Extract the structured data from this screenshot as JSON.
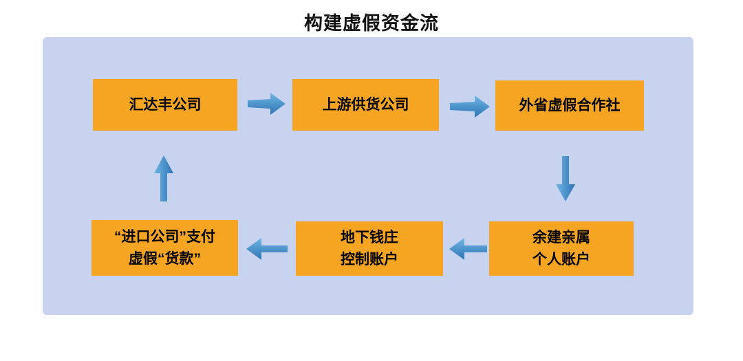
{
  "title": "构建虚假资金流",
  "colors": {
    "background": "#ffffff",
    "panel": "#c8d4ef",
    "node": "#f6a522",
    "arrow_light": "#6fb5e3",
    "arrow_dark": "#2d74b5",
    "text": "#000000"
  },
  "nodes": [
    {
      "id": "huidafeng",
      "lines": [
        "汇达丰公司",
        ""
      ]
    },
    {
      "id": "supplier",
      "lines": [
        "上游供货公司",
        ""
      ]
    },
    {
      "id": "coop",
      "lines": [
        "外省虚假合作社",
        ""
      ]
    },
    {
      "id": "relatives",
      "lines": [
        "余建亲属",
        "个人账户"
      ]
    },
    {
      "id": "bank",
      "lines": [
        "地下钱庄",
        "控制账户"
      ]
    },
    {
      "id": "importer",
      "lines": [
        "“进口公司”支付",
        "虚假“货款”"
      ]
    }
  ],
  "edges": [
    {
      "from": "汇达丰公司",
      "to": "上游供货公司"
    },
    {
      "from": "上游供货公司",
      "to": "外省虚假合作社"
    },
    {
      "from": "外省虚假合作社",
      "to": "余建亲属个人账户"
    },
    {
      "from": "余建亲属个人账户",
      "to": "地下钱庄控制账户"
    },
    {
      "from": "地下钱庄控制账户",
      "to": "“进口公司”支付虚假“货款”"
    },
    {
      "from": "“进口公司”支付虚假“货款”",
      "to": "汇达丰公司"
    }
  ]
}
